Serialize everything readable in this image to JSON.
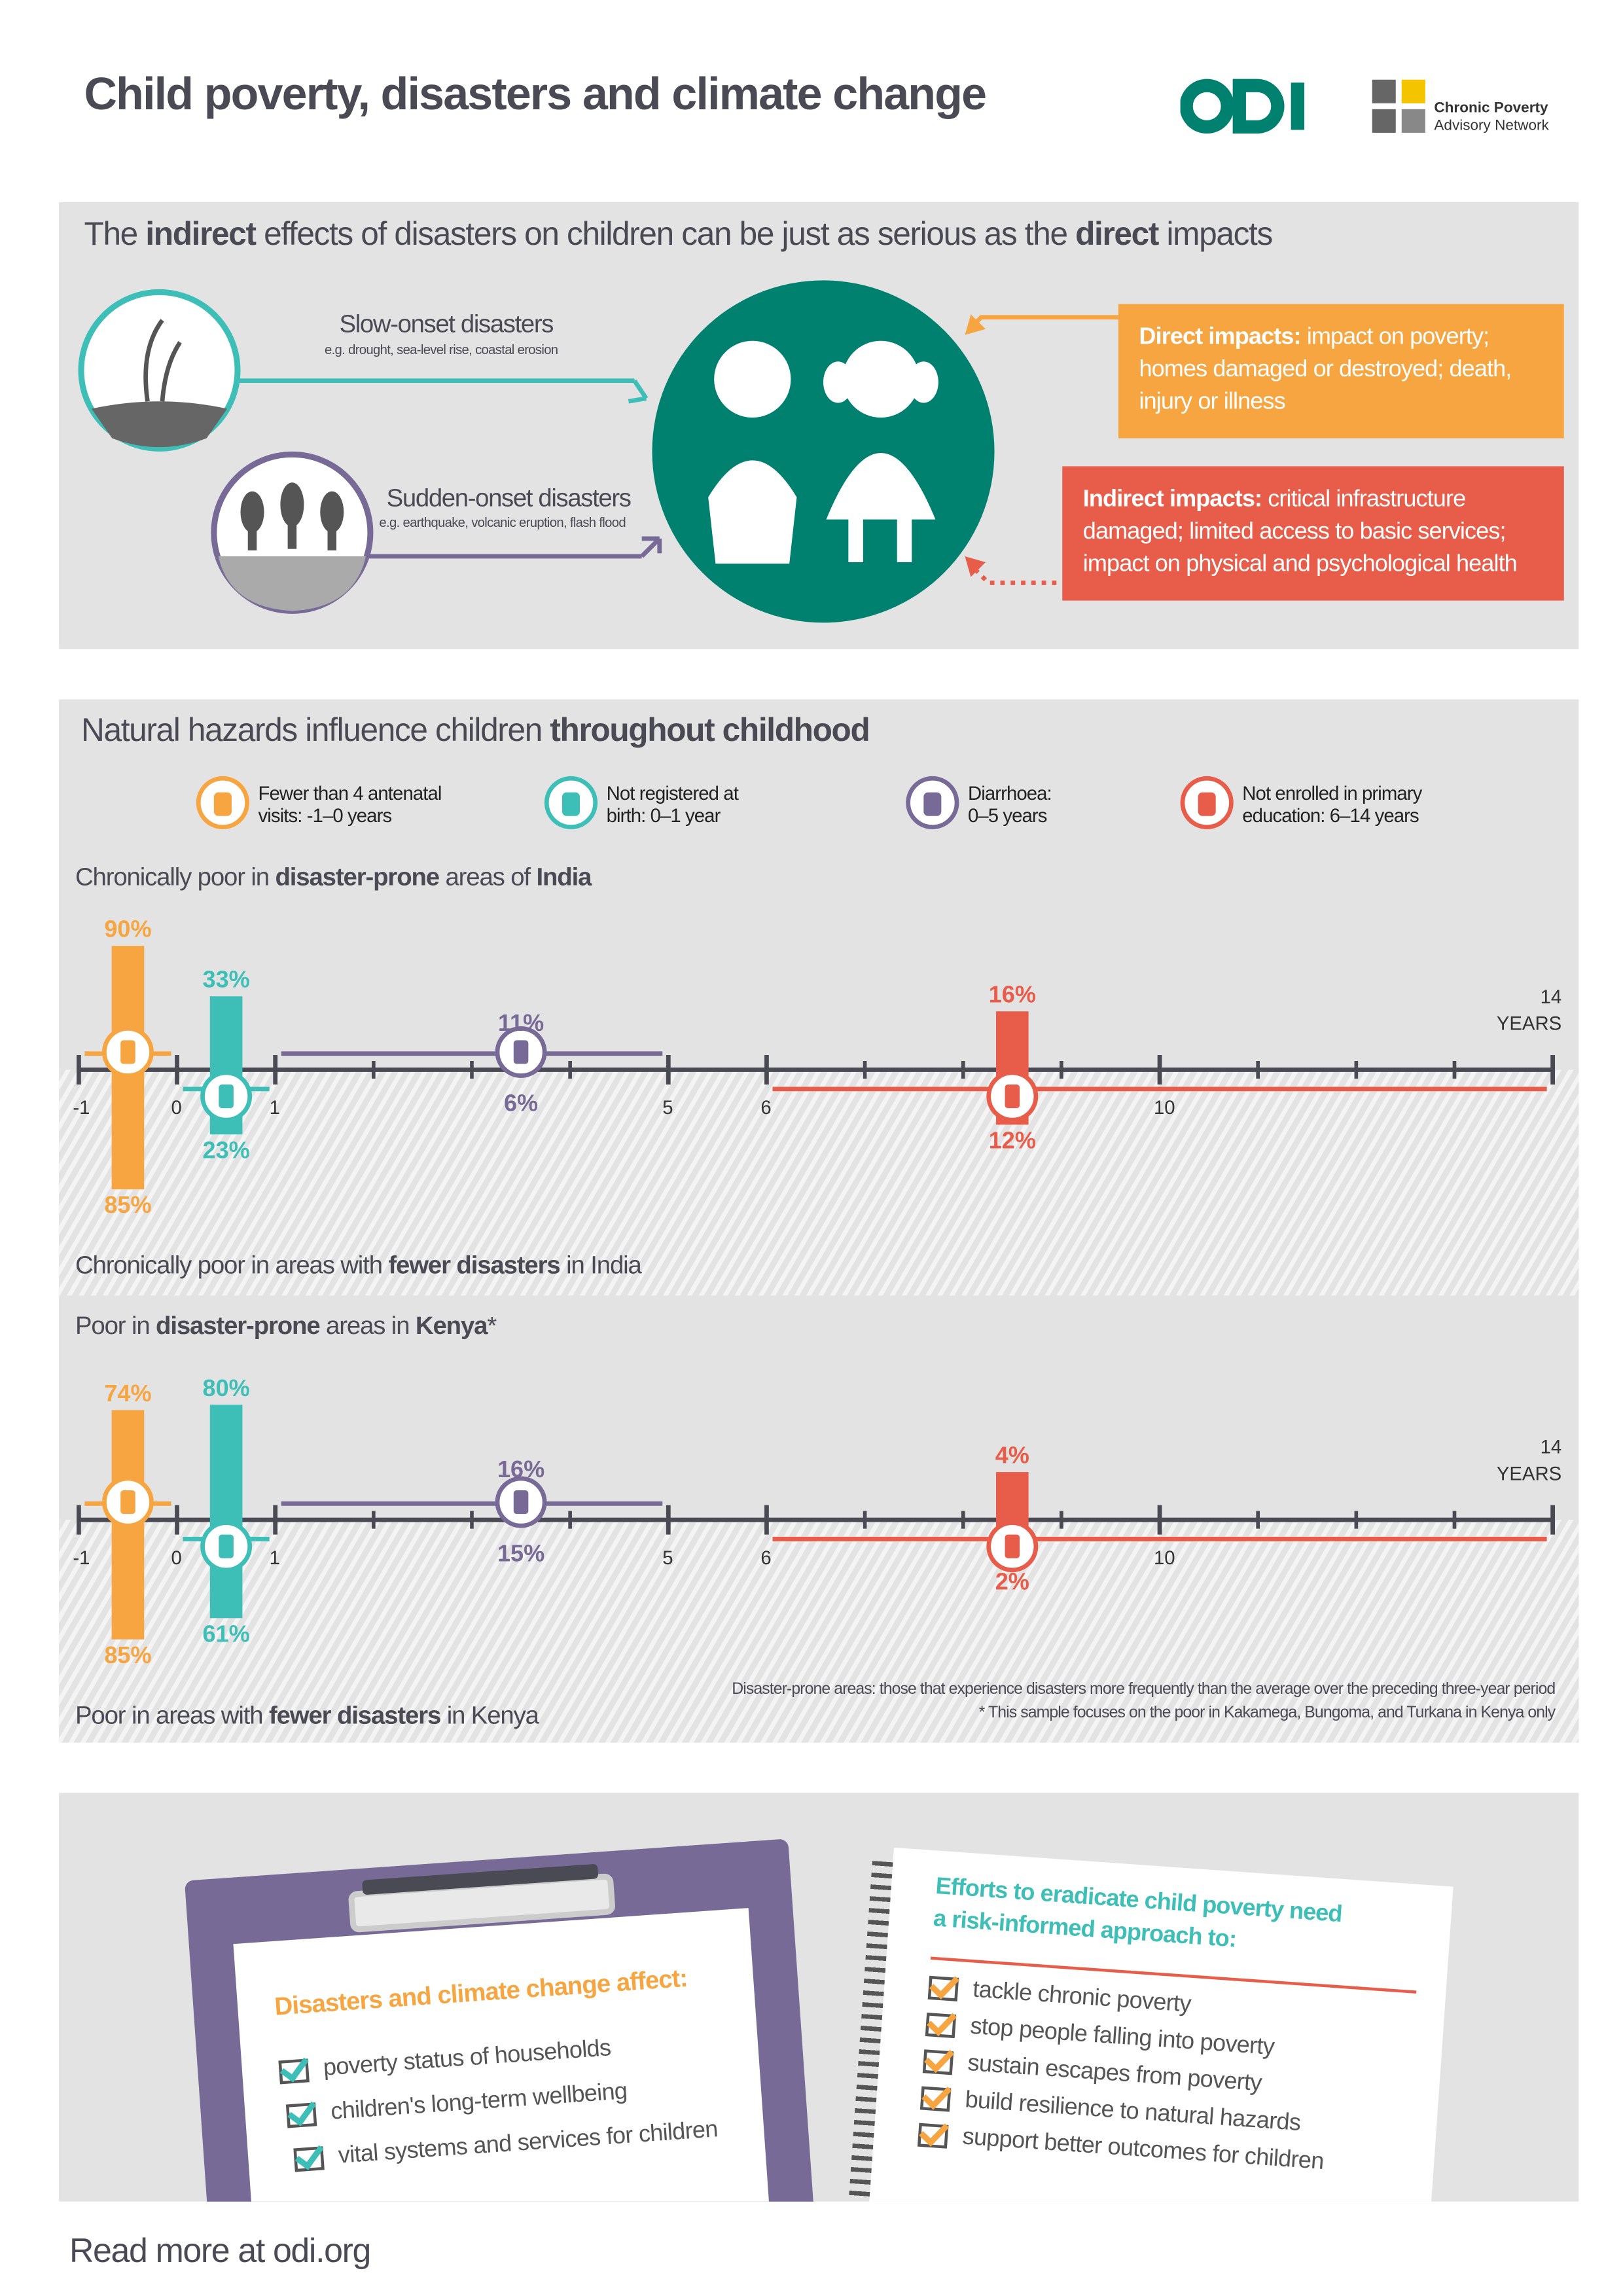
{
  "header": {
    "title": "Child poverty, disasters and climate change",
    "odi_logo": "ODI",
    "partner_logo": {
      "line1": "Chronic Poverty",
      "line2": "Advisory Network"
    }
  },
  "colors": {
    "orange": "#F7A541",
    "teal": "#3DBFB8",
    "purple": "#786A96",
    "red": "#E85C4A",
    "odi_green": "#00806F",
    "panel": "#E3E3E3"
  },
  "section1": {
    "heading_parts": [
      "The ",
      "indirect",
      " effects of disasters on children can be just as serious as the ",
      "direct",
      " impacts"
    ],
    "slow": {
      "title": "Slow-onset disasters",
      "sub": "e.g. drought, sea-level rise, coastal erosion",
      "icon": "drought-plant-icon"
    },
    "sudden": {
      "title": "Sudden-onset disasters",
      "sub": "e.g. earthquake, volcanic eruption, flash flood",
      "icon": "crops-flood-icon"
    },
    "direct": {
      "label": "Direct impacts:",
      "text": " impact on poverty; homes damaged or destroyed; death, injury or illness"
    },
    "indirect": {
      "label": "Indirect impacts:",
      "text": " critical infrastructure damaged; limited access to basic services; impact on physical and psychological health"
    }
  },
  "section2": {
    "heading_parts": [
      "Natural hazards influence children ",
      "throughout childhood"
    ],
    "legend": [
      {
        "icon": "pregnant-woman-icon",
        "line1": "Fewer than 4 antenatal",
        "line2": "visits: -1–0 years",
        "color": "#F7A541"
      },
      {
        "icon": "birth-certificate-icon",
        "line1": "Not registered at",
        "line2": "birth: 0–1 year",
        "color": "#3DBFB8"
      },
      {
        "icon": "toilet-icon",
        "line1": "Diarrhoea:",
        "line2": "0–5 years",
        "color": "#786A96"
      },
      {
        "icon": "book-icon",
        "line1": "Not enrolled in primary",
        "line2": "education: 6–14 years",
        "color": "#E85C4A"
      }
    ],
    "india_top": [
      "Chronically poor in ",
      "disaster-prone",
      " areas of ",
      "India"
    ],
    "india_bottom": [
      "Chronically poor in areas with ",
      "fewer disasters",
      " in India"
    ],
    "kenya_top": [
      "Poor in ",
      "disaster-prone",
      " areas in ",
      "Kenya",
      "*"
    ],
    "kenya_bottom": [
      "Poor in areas with ",
      "fewer disasters",
      " in Kenya"
    ],
    "note1": "Disaster-prone areas: those that experience disasters more frequently than the average over the preceding three-year period",
    "note2": "* This sample focuses on the poor in Kakamega, Bungoma, and Turkana in Kenya only"
  },
  "chart_data": [
    {
      "type": "bar",
      "title": "India",
      "x_axis": {
        "ticks": [
          -1,
          0,
          1,
          2,
          3,
          4,
          5,
          6,
          7,
          8,
          9,
          10,
          11,
          12,
          13,
          14
        ],
        "labels": [
          "-1",
          "0",
          "1",
          "5",
          "6",
          "10",
          "14"
        ],
        "unit": "YEARS"
      },
      "categories": [
        "Fewer than 4 antenatal visits",
        "Not registered at birth",
        "Diarrhoea",
        "Not enrolled in primary education"
      ],
      "ranges": [
        [
          -1,
          0
        ],
        [
          0,
          1
        ],
        [
          1,
          5
        ],
        [
          6,
          14
        ]
      ],
      "series": [
        {
          "name": "disaster-prone",
          "values": [
            90,
            33,
            11,
            16
          ],
          "labels": [
            "90%",
            "33%",
            "11%",
            "16%"
          ]
        },
        {
          "name": "fewer disasters",
          "values": [
            85,
            23,
            6,
            12
          ],
          "labels": [
            "85%",
            "23%",
            "6%",
            "12%"
          ]
        }
      ]
    },
    {
      "type": "bar",
      "title": "Kenya",
      "x_axis": {
        "ticks": [
          -1,
          0,
          1,
          2,
          3,
          4,
          5,
          6,
          7,
          8,
          9,
          10,
          11,
          12,
          13,
          14
        ],
        "labels": [
          "-1",
          "0",
          "1",
          "5",
          "6",
          "10",
          "14"
        ],
        "unit": "YEARS"
      },
      "categories": [
        "Fewer than 4 antenatal visits",
        "Not registered at birth",
        "Diarrhoea",
        "Not enrolled in primary education"
      ],
      "ranges": [
        [
          -1,
          0
        ],
        [
          0,
          1
        ],
        [
          1,
          5
        ],
        [
          6,
          14
        ]
      ],
      "series": [
        {
          "name": "disaster-prone",
          "values": [
            74,
            80,
            16,
            4
          ],
          "labels": [
            "74%",
            "80%",
            "16%",
            "4%"
          ]
        },
        {
          "name": "fewer disasters",
          "values": [
            85,
            61,
            15,
            2
          ],
          "labels": [
            "85%",
            "61%",
            "15%",
            "2%"
          ]
        }
      ]
    }
  ],
  "section3": {
    "clipboard_title": "Disasters and climate change affect:",
    "clipboard_items": [
      "poverty status of households",
      "children's long-term wellbeing",
      "vital systems and services for children"
    ],
    "notebook_title1": "Efforts to eradicate child poverty need",
    "notebook_title2": "a risk-informed approach to:",
    "notebook_items": [
      "tackle chronic poverty",
      "stop people falling into poverty",
      "sustain escapes from poverty",
      "build resilience to natural hazards",
      "support better outcomes for children"
    ]
  },
  "footer": {
    "link": "Read more at odi.org"
  }
}
